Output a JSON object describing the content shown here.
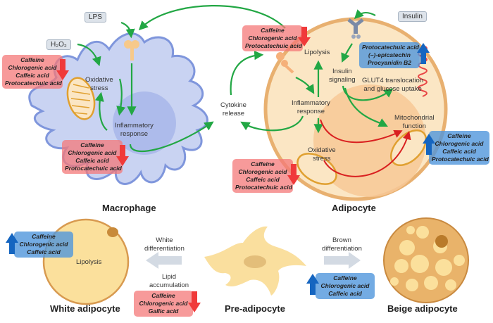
{
  "cells": {
    "macrophage": {
      "title": "Macrophage"
    },
    "adipocyte": {
      "title": "Adipocyte"
    },
    "white_adipocyte": {
      "title": "White adipocyte",
      "inner_label": "Lipolysis"
    },
    "pre_adipocyte": {
      "title": "Pre-adipocyte"
    },
    "beige_adipocyte": {
      "title": "Beige adipocyte"
    }
  },
  "stimuli": {
    "lps": "LPS",
    "h2o2": "H₂O₂",
    "insulin": "Insulin"
  },
  "macrophage_labels": {
    "oxidative_stress": [
      "Oxidative",
      "stress"
    ],
    "inflammatory_response": [
      "Inflammatory",
      "response"
    ]
  },
  "cytokine_release": [
    "Cytokine",
    "release"
  ],
  "adipocyte_labels": {
    "lipolysis": "Lipolysis",
    "insulin_signaling": [
      "Insulin",
      "signaling"
    ],
    "glut4": [
      "GLUT4 translocation",
      "and glucose uptake"
    ],
    "inflammatory_response": [
      "Inflammatory",
      "response"
    ],
    "mitochondrial_function": [
      "Mitochondrial",
      "function"
    ],
    "oxidative_stress": [
      "Oxidative",
      "stress"
    ]
  },
  "differentiation": {
    "white": [
      "White",
      "differentiation"
    ],
    "lipid": [
      "Lipid",
      "accumulation"
    ],
    "brown": [
      "Brown",
      "differentiation"
    ]
  },
  "compound_boxes": {
    "macrophage_oxidative": {
      "effect": "decrease",
      "compounds": [
        "Caffeine",
        "Chlorogenic acid",
        "Caffeic acid",
        "Protocatechuic acid"
      ]
    },
    "macrophage_inflammatory": {
      "effect": "decrease",
      "compounds": [
        "Caffeine",
        "Chlorogenic acid",
        "Caffeic acid",
        "Protocatechuic acid"
      ]
    },
    "adipocyte_lipolysis": {
      "effect": "decrease",
      "compounds": [
        "Caffeine",
        "Chlorogenic acid",
        "Protocatechuic acid"
      ]
    },
    "adipocyte_insulin": {
      "effect": "increase",
      "compounds": [
        "Protocatechuic acid",
        "(–)-epicatechin",
        "Procyanidin B2"
      ]
    },
    "adipocyte_oxidative": {
      "effect": "decrease",
      "compounds": [
        "Caffeine",
        "Chlorogenic acid",
        "Caffeic acid",
        "Protocatechuic acid"
      ]
    },
    "adipocyte_mitochondrial": {
      "effect": "increase",
      "compounds": [
        "Caffeine",
        "Chlorogenic acid",
        "Caffeic acid",
        "Protocatechuic acid"
      ]
    },
    "white_lipolysis": {
      "effect": "increase",
      "compounds": [
        "Caffeine",
        "Chlorogenic acid",
        "Caffeic acid"
      ]
    },
    "lipid_accumulation": {
      "effect": "decrease",
      "compounds": [
        "Caffeine",
        "Chlorogenic acid",
        "Gallic acid"
      ]
    },
    "brown_differentiation": {
      "effect": "increase",
      "compounds": [
        "Caffeine",
        "Chlorogenic acid",
        "Caffeic acid"
      ]
    }
  },
  "colors": {
    "increase": "#1565c0",
    "decrease": "#f03a3a",
    "pathway_arrow": "#22a744",
    "inhibit_arrow": "#d92020",
    "macrophage_fill": "#c9d3f2",
    "adipocyte_fill": "#fbe6c4"
  }
}
